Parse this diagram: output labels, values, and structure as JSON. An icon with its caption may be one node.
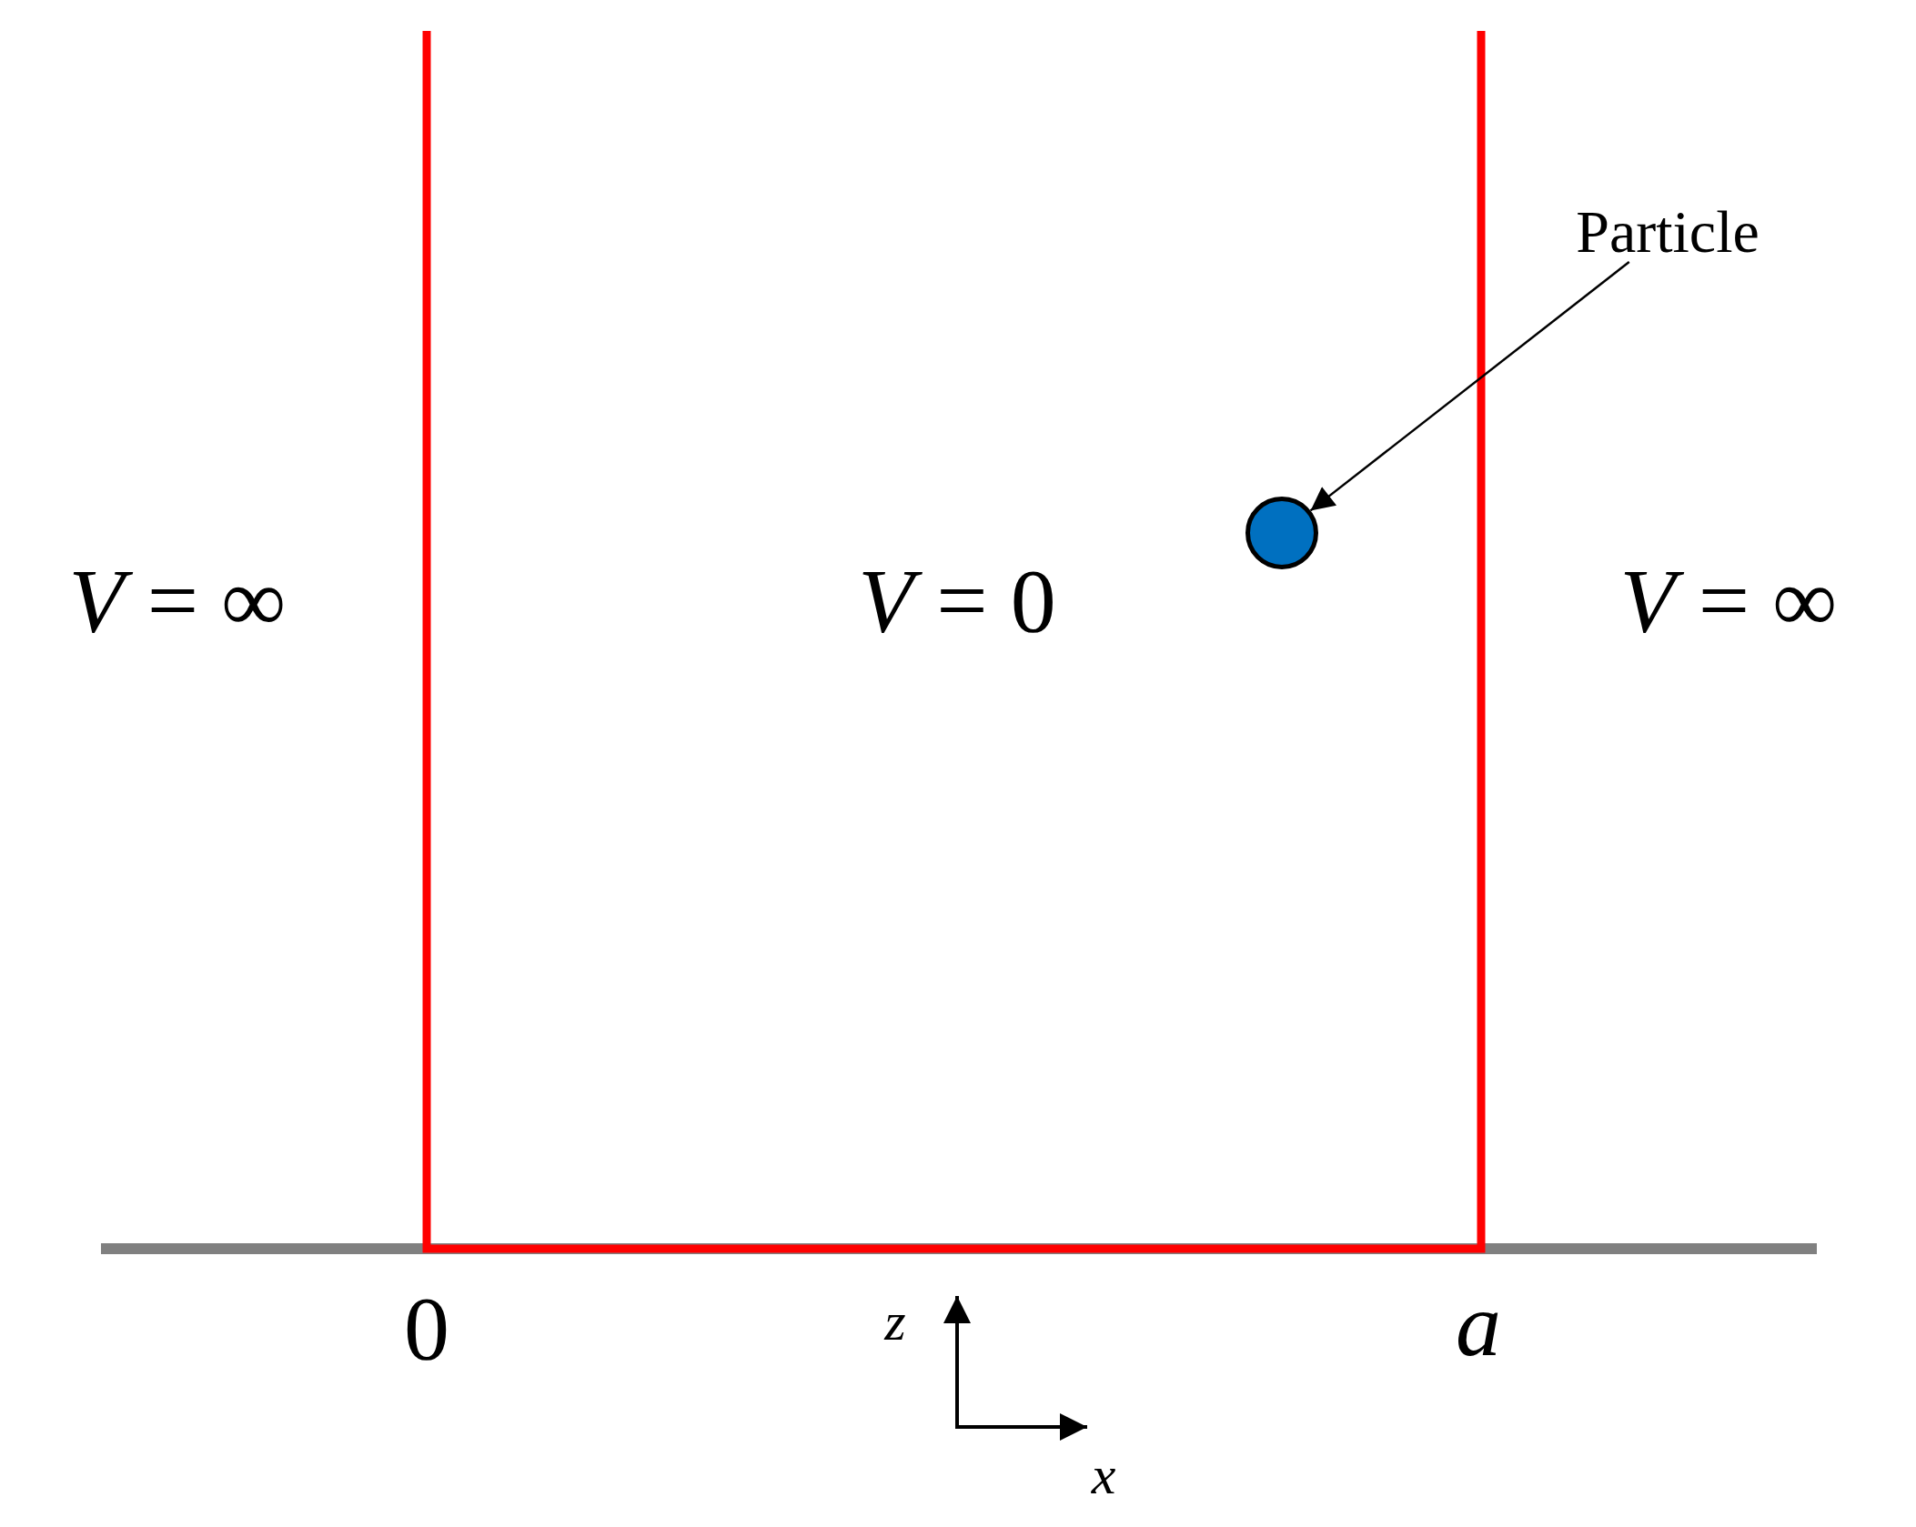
{
  "diagram": {
    "nodes": [
      {
        "text": [
          "Particle"
        ]
      },
      {
        "text": [],
        "shape": "circle"
      }
    ],
    "edges": [
      {
        "from": 0,
        "to": 1,
        "arrow": "to"
      }
    ],
    "labels": [
      "*V* = ∞",
      "*V* = 0",
      "*V* = ∞",
      "0",
      "z",
      "a",
      "x"
    ]
  }
}
